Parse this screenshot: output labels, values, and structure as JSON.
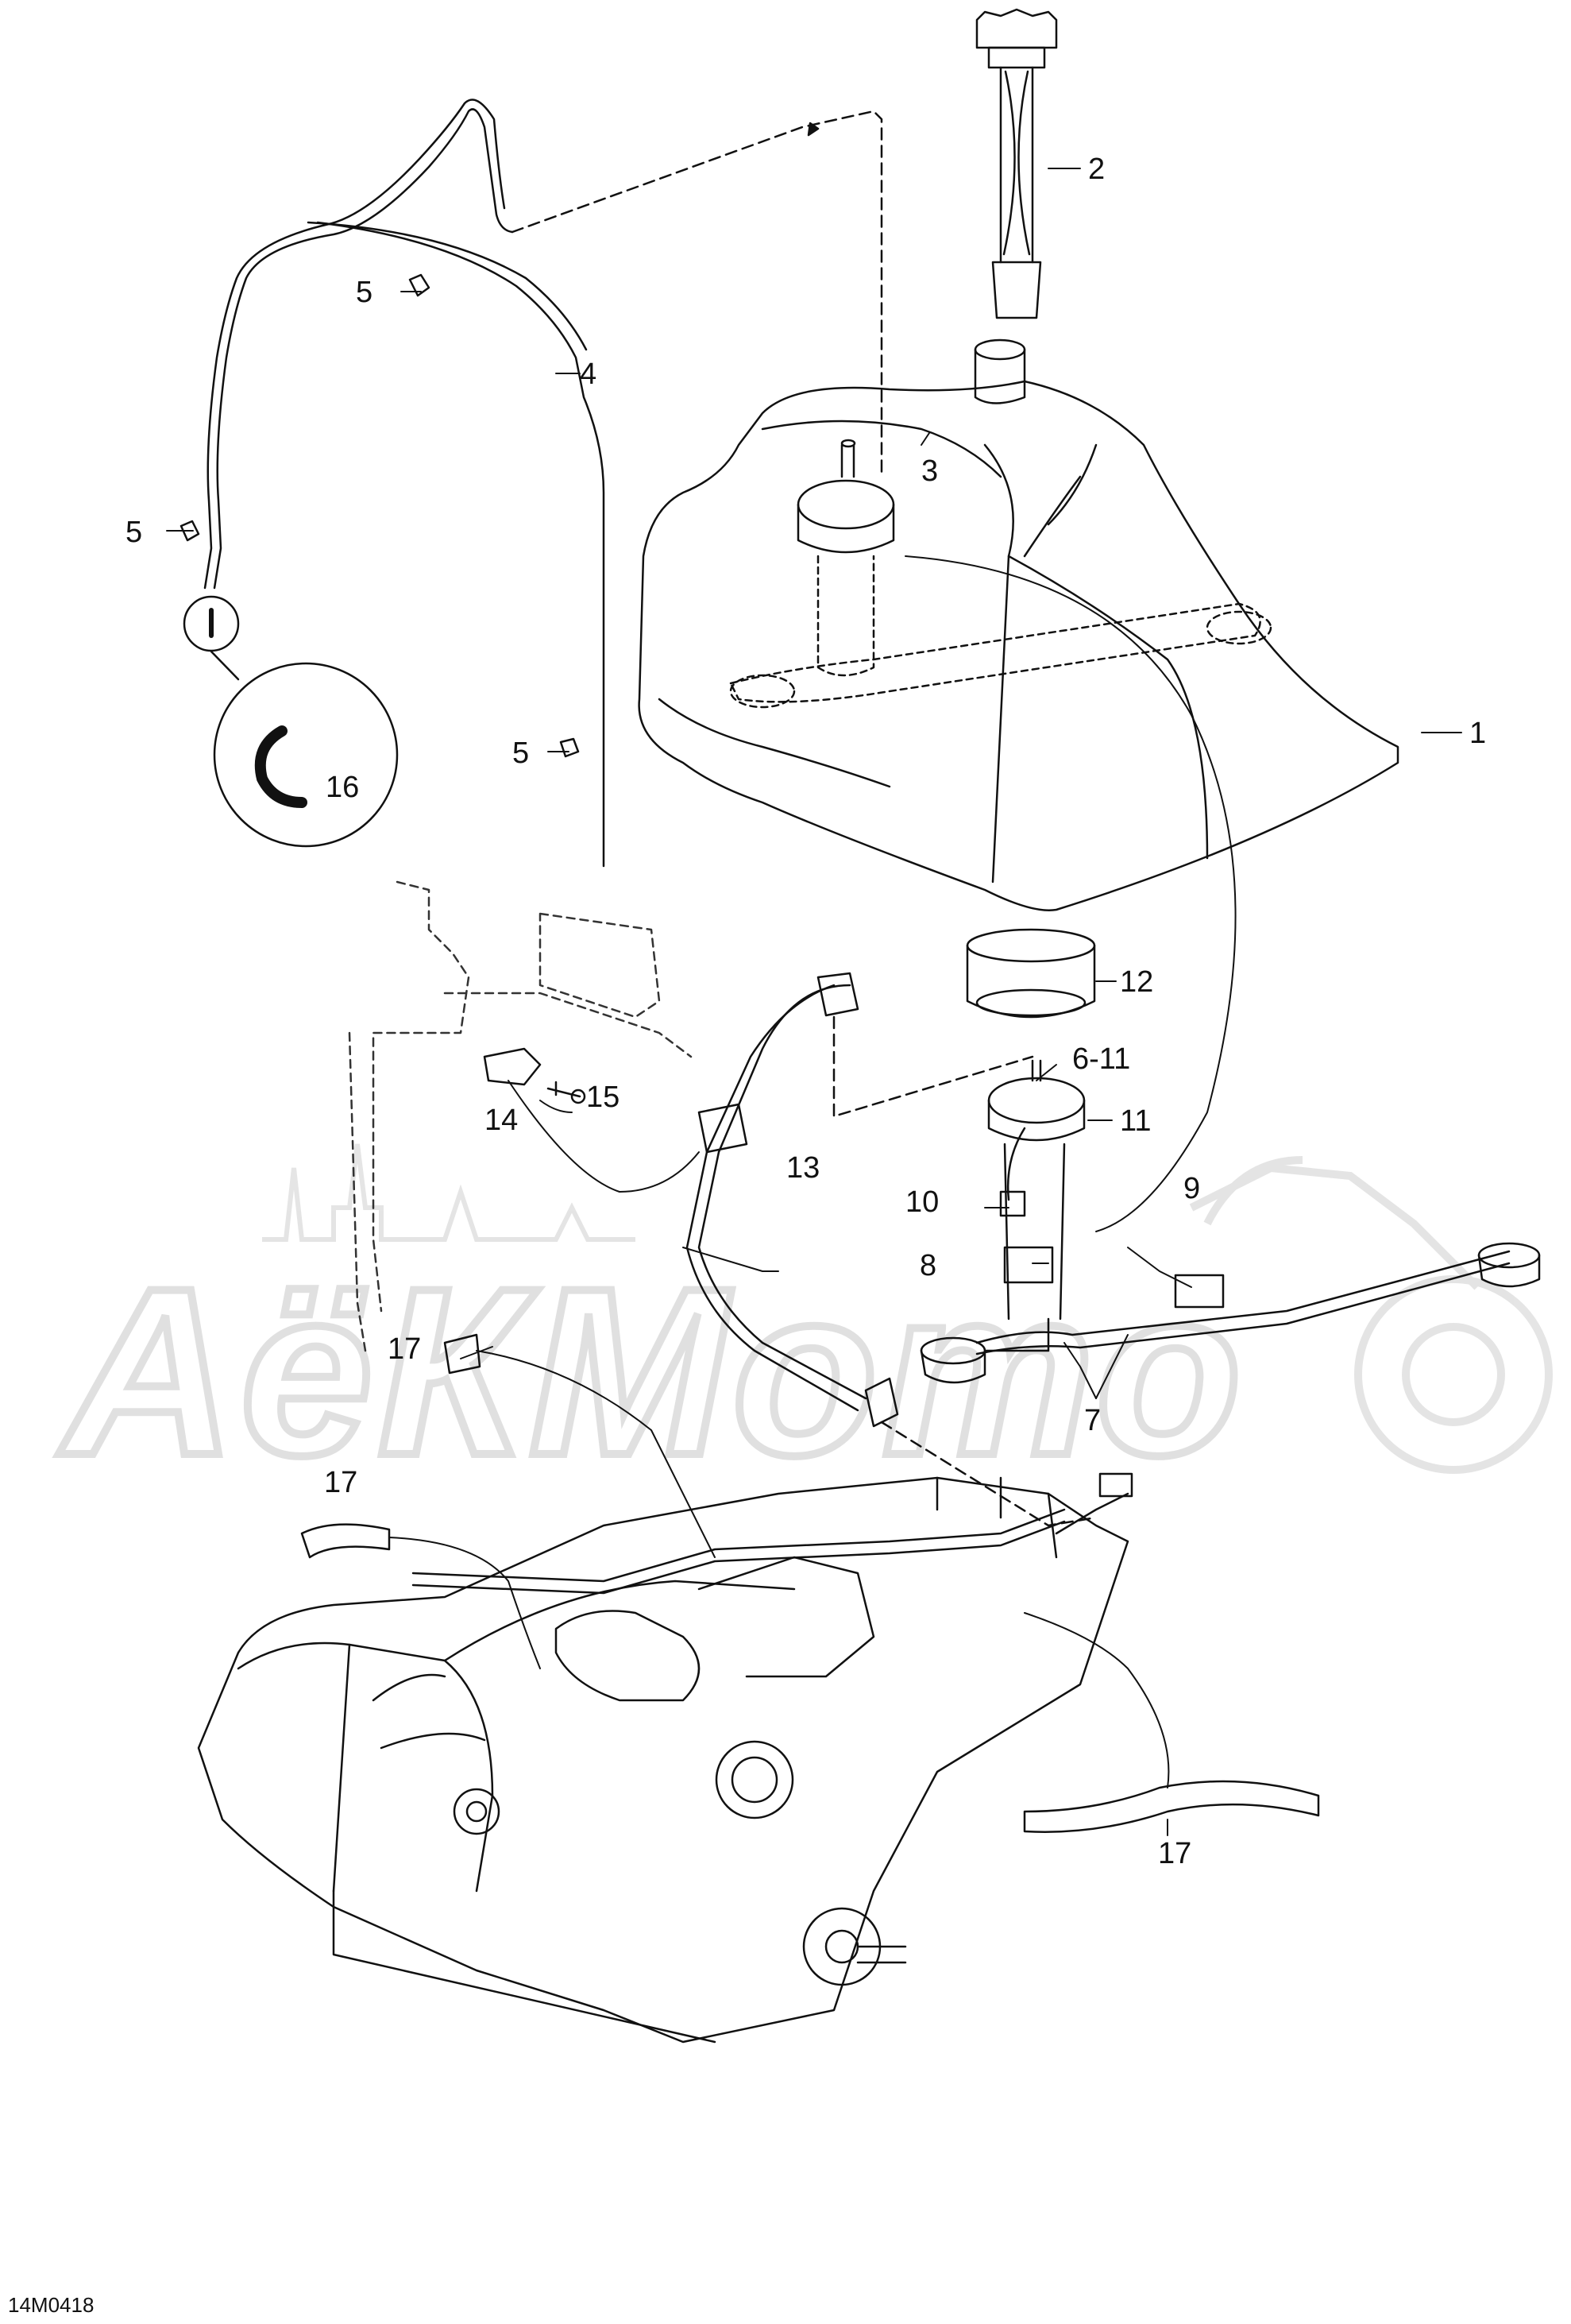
{
  "diagram": {
    "drawing_code": "14M0418",
    "watermark": "АёКМото",
    "callouts": [
      {
        "id": "c1",
        "label": "1"
      },
      {
        "id": "c2",
        "label": "2"
      },
      {
        "id": "c3",
        "label": "3"
      },
      {
        "id": "c4",
        "label": "4"
      },
      {
        "id": "c5a",
        "label": "5"
      },
      {
        "id": "c5b",
        "label": "5"
      },
      {
        "id": "c5c",
        "label": "5"
      },
      {
        "id": "c6-11",
        "label": "6-11"
      },
      {
        "id": "c7",
        "label": "7"
      },
      {
        "id": "c8",
        "label": "8"
      },
      {
        "id": "c9",
        "label": "9"
      },
      {
        "id": "c10",
        "label": "10"
      },
      {
        "id": "c11",
        "label": "11"
      },
      {
        "id": "c12",
        "label": "12"
      },
      {
        "id": "c13",
        "label": "13"
      },
      {
        "id": "c14",
        "label": "14"
      },
      {
        "id": "c15",
        "label": "15"
      },
      {
        "id": "c16",
        "label": "16"
      },
      {
        "id": "c17a",
        "label": "17"
      },
      {
        "id": "c17b",
        "label": "17"
      },
      {
        "id": "c17c",
        "label": "17"
      }
    ]
  }
}
